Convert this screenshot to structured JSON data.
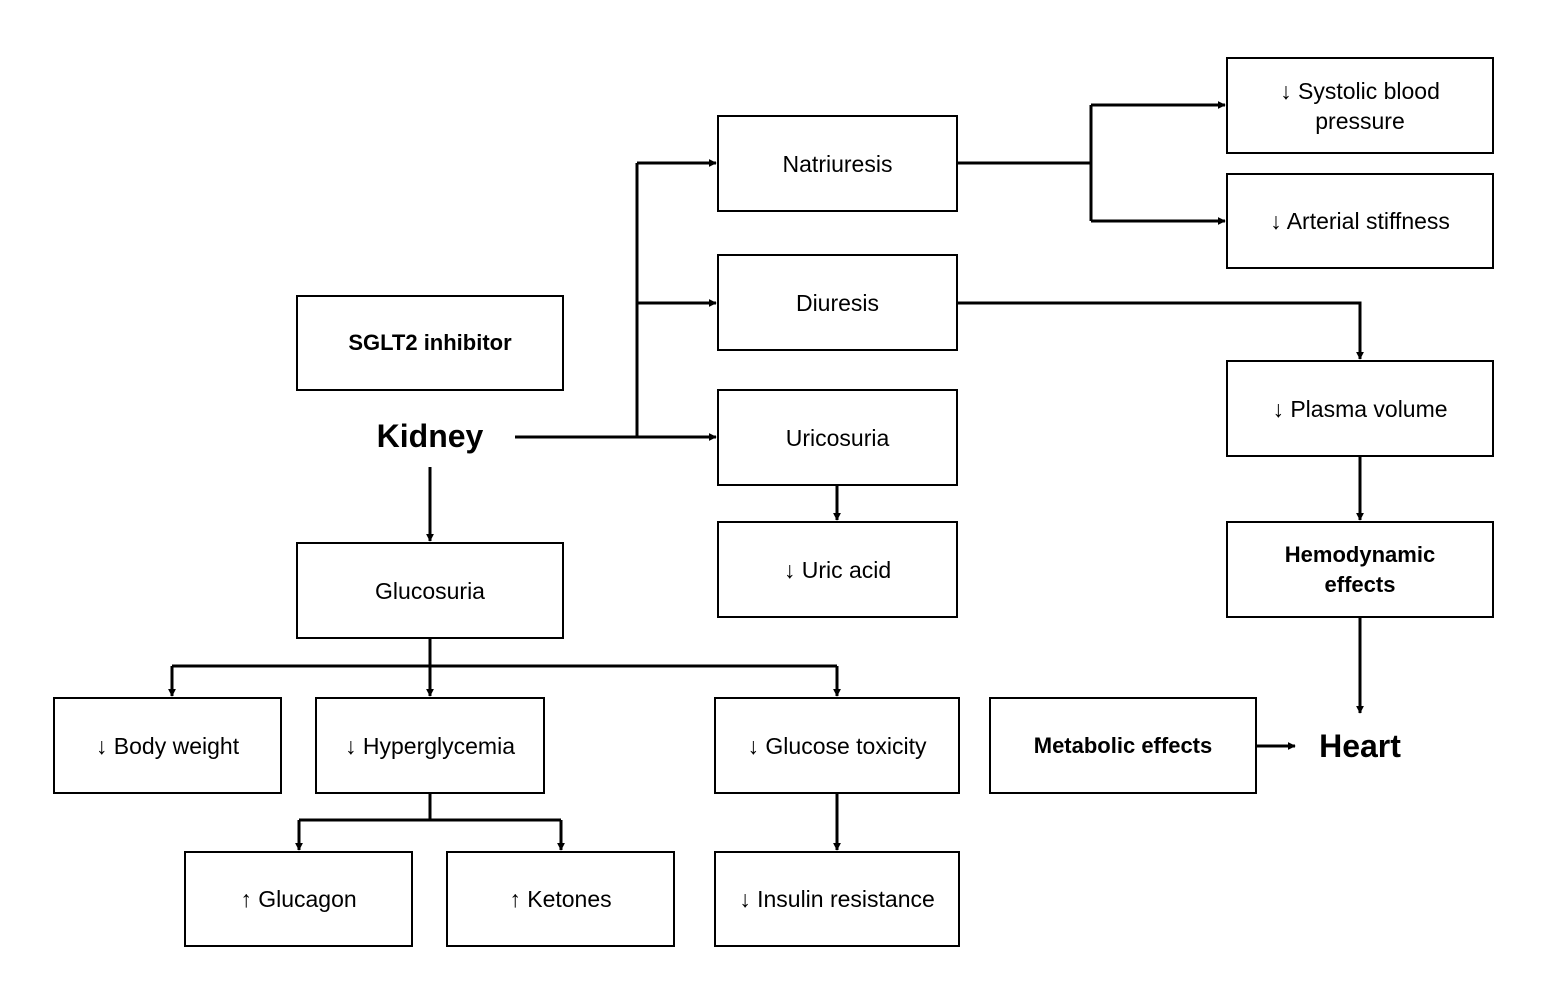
{
  "diagram": {
    "nodes": {
      "sglt2": "SGLT2 inhibitor",
      "kidney": "Kidney",
      "natriuresis": "Natriuresis",
      "diuresis": "Diuresis",
      "uricosuria": "Uricosuria",
      "uric_acid": "↓ Uric acid",
      "systolic": "↓ Systolic blood\npressure",
      "arterial": "↓ Arterial stiffness",
      "plasma": "↓ Plasma volume",
      "hemodynamic": "Hemodynamic\neffects",
      "glucosuria": "Glucosuria",
      "body_weight": "↓ Body weight",
      "hyperglycemia": "↓ Hyperglycemia",
      "glucose_toxicity": "↓ Glucose toxicity",
      "glucagon": "↑ Glucagon",
      "ketones": "↑ Ketones",
      "insulin_resistance": "↓ Insulin resistance",
      "metabolic": "Metabolic effects",
      "heart": "Heart"
    },
    "edges": [
      [
        "kidney",
        "natriuresis"
      ],
      [
        "kidney",
        "diuresis"
      ],
      [
        "kidney",
        "uricosuria"
      ],
      [
        "uricosuria",
        "uric_acid"
      ],
      [
        "natriuresis",
        "systolic"
      ],
      [
        "natriuresis",
        "arterial"
      ],
      [
        "diuresis",
        "plasma"
      ],
      [
        "plasma",
        "hemodynamic"
      ],
      [
        "hemodynamic",
        "heart"
      ],
      [
        "metabolic",
        "heart"
      ],
      [
        "kidney",
        "glucosuria"
      ],
      [
        "glucosuria",
        "body_weight"
      ],
      [
        "glucosuria",
        "hyperglycemia"
      ],
      [
        "glucosuria",
        "glucose_toxicity"
      ],
      [
        "hyperglycemia",
        "glucagon"
      ],
      [
        "hyperglycemia",
        "ketones"
      ],
      [
        "glucose_toxicity",
        "insulin_resistance"
      ]
    ]
  }
}
